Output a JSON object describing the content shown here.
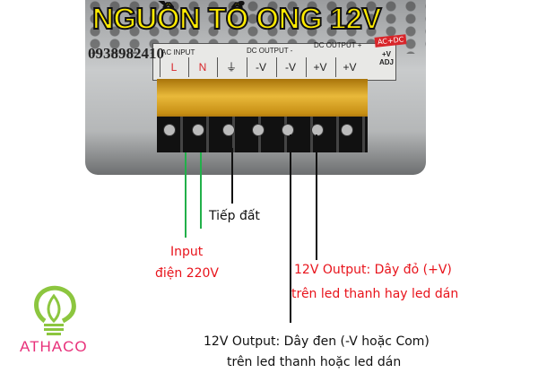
{
  "title": "NGUỒN TỔ ONG 12V",
  "phone": "0938982410",
  "panel": {
    "ac_input": "AC INPUT",
    "dc_output_minus": "DC OUTPUT -",
    "dc_output_plus": "DC OUTPUT +",
    "badge": "AC+DC",
    "adj": "+V ADJ",
    "terminals": [
      "L",
      "N",
      "⏚",
      "-V",
      "-V",
      "+V",
      "+V"
    ]
  },
  "labels": {
    "ground": "Tiếp đất",
    "input_line1": "Input",
    "input_line2": "điện 220V",
    "red_line1": "12V Output: Dây đỏ (+V)",
    "red_line2": "trên led thanh hay led dán",
    "black_line1": "12V Output: Dây đen (-V hoặc Com)",
    "black_line2": "trên led thanh hoặc led dán"
  },
  "logo": {
    "text": "ATHACO",
    "colors": {
      "bulb": "#8cc63f",
      "text": "#e8307a"
    }
  },
  "colors": {
    "title_fill": "#ffeb00",
    "red_text": "#e8131b",
    "input_wire": "#22b04a"
  }
}
